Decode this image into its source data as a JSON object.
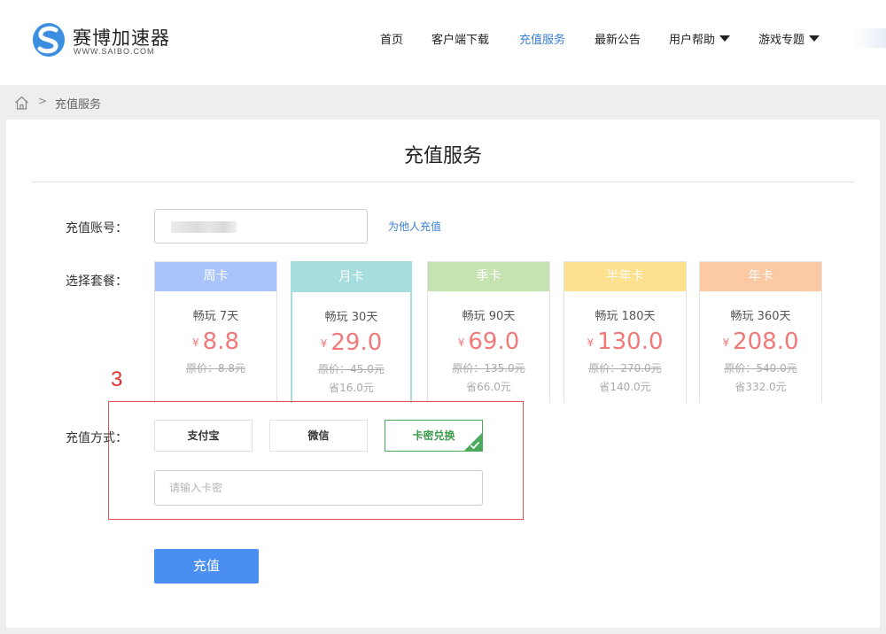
{
  "header": {
    "brand_name": "赛博加速器",
    "brand_url": "WWW.SAIBO.COM",
    "nav": [
      {
        "label": "首页",
        "active": false,
        "dropdown": false
      },
      {
        "label": "客户端下载",
        "active": false,
        "dropdown": false
      },
      {
        "label": "充值服务",
        "active": true,
        "dropdown": false
      },
      {
        "label": "最新公告",
        "active": false,
        "dropdown": false
      },
      {
        "label": "用户帮助",
        "active": false,
        "dropdown": true
      },
      {
        "label": "游戏专题",
        "active": false,
        "dropdown": true
      }
    ]
  },
  "breadcrumb": {
    "separator": ">",
    "current": "充值服务"
  },
  "page": {
    "title": "充值服务",
    "account_label": "充值账号：",
    "recharge_other_link": "为他人充值",
    "package_label": "选择套餐：",
    "method_label": "充值方式：",
    "submit_label": "充值"
  },
  "packages": [
    {
      "name": "周卡",
      "play": "畅玩 7天",
      "currency": "¥",
      "price": "8.8",
      "original": "原价：8.8元",
      "save": "",
      "color": "#a9c4fb",
      "selected": false
    },
    {
      "name": "月卡",
      "play": "畅玩 30天",
      "currency": "¥",
      "price": "29.0",
      "original": "原价：45.0元",
      "save": "省16.0元",
      "color": "#a8dde0",
      "selected": true
    },
    {
      "name": "季卡",
      "play": "畅玩 90天",
      "currency": "¥",
      "price": "69.0",
      "original": "原价：135.0元",
      "save": "省66.0元",
      "color": "#c5e3b1",
      "selected": false
    },
    {
      "name": "半年卡",
      "play": "畅玩 180天",
      "currency": "¥",
      "price": "130.0",
      "original": "原价：270.0元",
      "save": "省140.0元",
      "color": "#fde18f",
      "selected": false
    },
    {
      "name": "年卡",
      "play": "畅玩 360天",
      "currency": "¥",
      "price": "208.0",
      "original": "原价：540.0元",
      "save": "省332.0元",
      "color": "#fbc9a4",
      "selected": false
    }
  ],
  "annotation": {
    "number": "3",
    "color": "#e03333"
  },
  "payment_methods": [
    {
      "label": "支付宝",
      "active": false
    },
    {
      "label": "微信",
      "active": false
    },
    {
      "label": "卡密兑换",
      "active": true
    }
  ],
  "card_input": {
    "placeholder": "请输入卡密",
    "value": ""
  },
  "colors": {
    "accent": "#3a7fd5",
    "submit": "#4a8ef2",
    "active_method": "#4aa95a",
    "price": "#f07a7a"
  }
}
